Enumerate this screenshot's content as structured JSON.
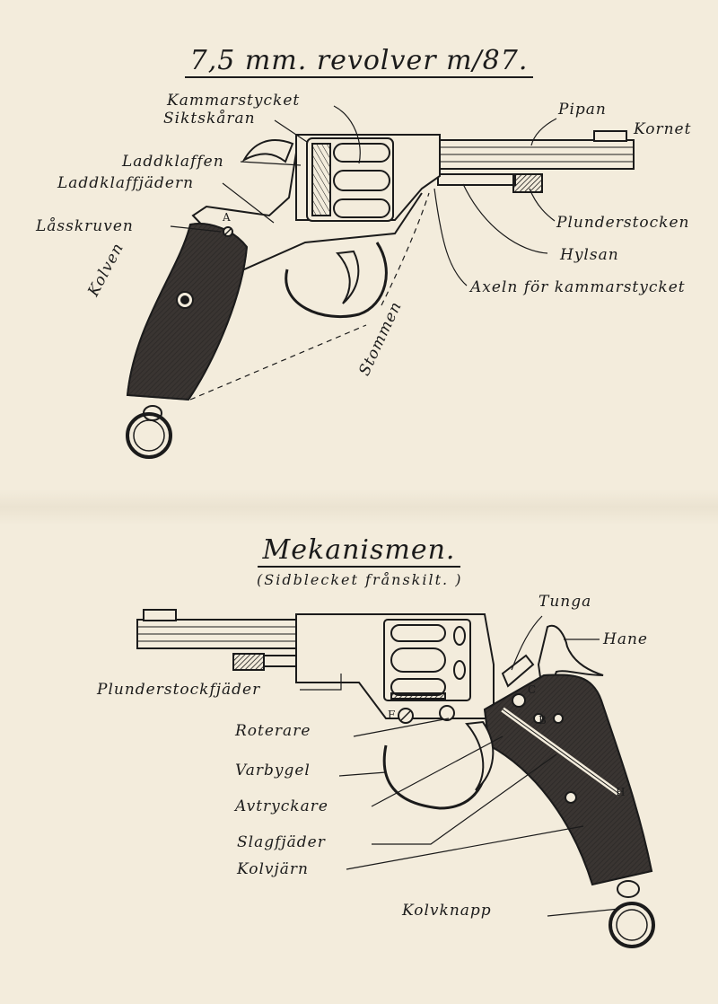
{
  "title": "7,5 mm. revolver m/87.",
  "mechanism_title": "Mekanismen.",
  "mechanism_subtitle": "(Sidblecket frånskilt. )",
  "top_labels": {
    "kammarstycket": "Kammarstycket",
    "siktskaran": "Siktskåran",
    "pipan": "Pipan",
    "kornet": "Kornet",
    "laddklaffen": "Laddklaffen",
    "laddklaffjadern": "Laddklaffjädern",
    "lasskruven": "Låsskruven",
    "letter_a": "A",
    "plunderstocken": "Plunderstocken",
    "hylsan": "Hylsan",
    "axeln": "Axeln för kammarstycket",
    "kolven": "Kolven",
    "stommen": "Stommen"
  },
  "bottom_labels": {
    "tunga": "Tunga",
    "hane": "Hane",
    "plunderstockfjader": "Plunderstockfjäder",
    "roterare": "Roterare",
    "varbygel": "Varbygel",
    "avtryckare": "Avtryckare",
    "slagfjader": "Slagfjäder",
    "kolvjarn": "Kolvjärn",
    "kolvknapp": "Kolvknapp",
    "letter_b": "B",
    "letter_c": "C",
    "letter_f": "F",
    "letter_h": "H"
  },
  "colors": {
    "paper": "#f3ecdc",
    "ink": "#1b1b1b",
    "grip": "#3a3532"
  }
}
